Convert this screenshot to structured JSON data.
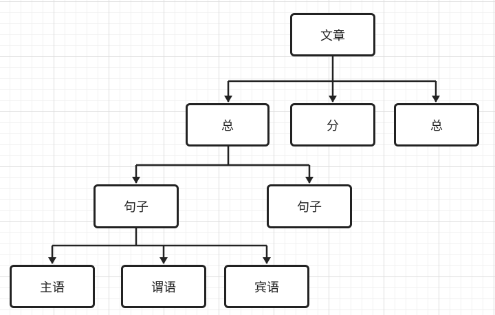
{
  "diagram": {
    "nodes": {
      "root": "文章",
      "l1_a": "总",
      "l1_b": "分",
      "l1_c": "总",
      "l2_a": "句子",
      "l2_b": "句子",
      "l3_a": "主语",
      "l3_b": "谓语",
      "l3_c": "宾语"
    }
  }
}
